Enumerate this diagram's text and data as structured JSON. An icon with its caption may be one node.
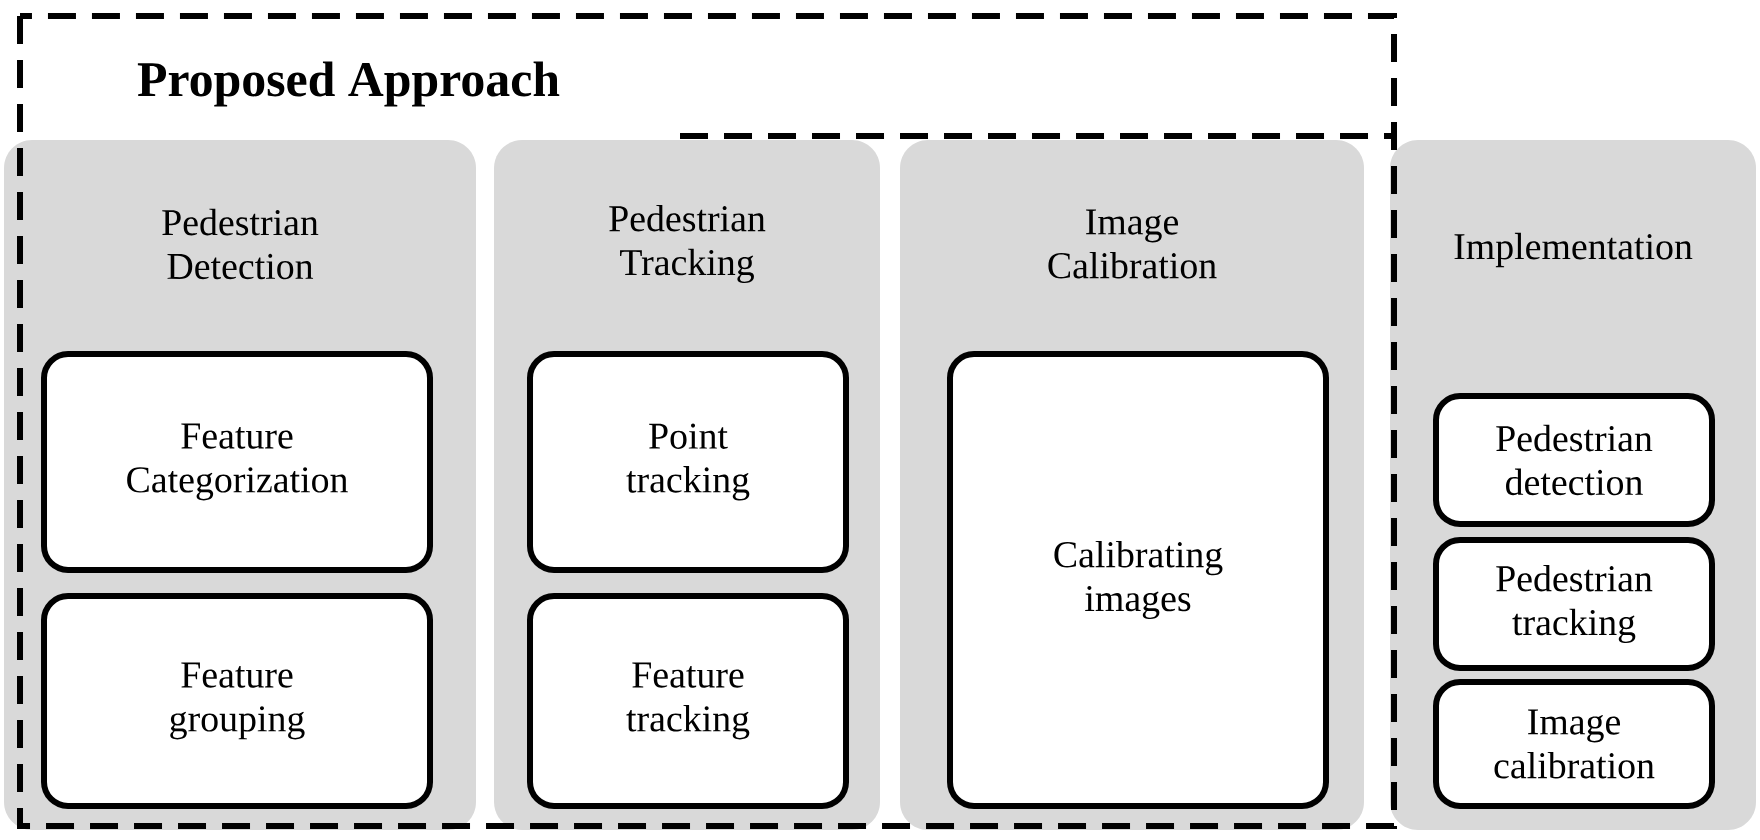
{
  "diagram": {
    "nodes": [
      {
        "text": [
          "Proposed Approach"
        ]
      },
      {
        "text": [
          "Pedestrian Detection"
        ],
        "in": 0
      },
      {
        "text": [
          "Feature Categorization"
        ],
        "in": 1
      },
      {
        "text": [
          "Feature grouping"
        ],
        "in": 1
      },
      {
        "text": [
          "Pedestrian Tracking"
        ],
        "in": 0
      },
      {
        "text": [
          "Point tracking"
        ],
        "in": 4
      },
      {
        "text": [
          "Feature tracking"
        ],
        "in": 4
      },
      {
        "text": [
          "Image Calibration"
        ],
        "in": 0
      },
      {
        "text": [
          "Calibrating images"
        ],
        "in": 7
      },
      {
        "text": [
          "Implementation"
        ]
      },
      {
        "text": [
          "Pedestrian detection"
        ],
        "in": 9
      },
      {
        "text": [
          "Pedestrian tracking"
        ],
        "in": 9
      },
      {
        "text": [
          "Image calibration"
        ],
        "in": 9
      }
    ]
  }
}
